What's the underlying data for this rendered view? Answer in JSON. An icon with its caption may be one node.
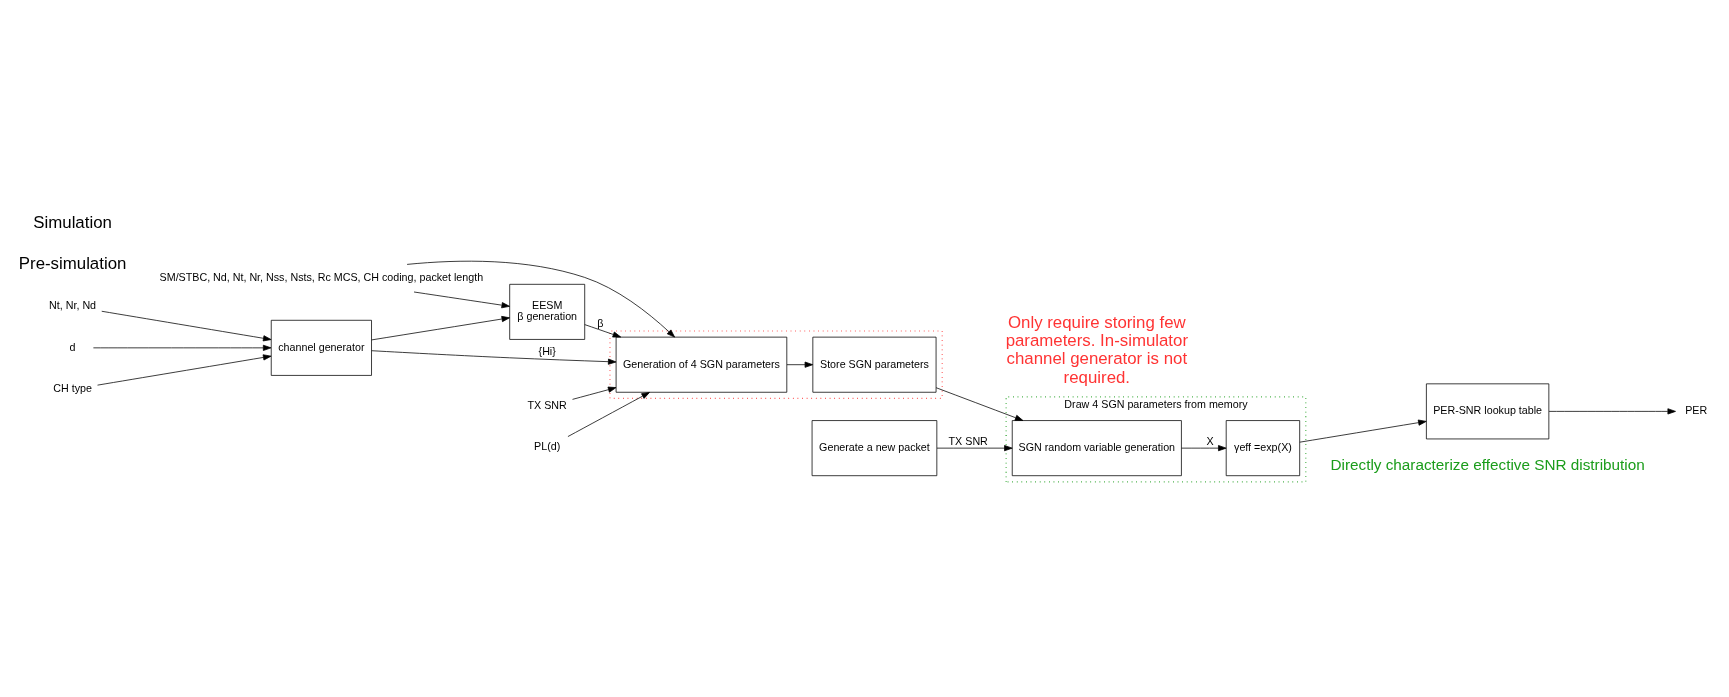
{
  "diagram": {
    "nodes": [
      {
        "text": [
          "SM/STBC, Nd, Nt, Nr, Nss, Nsts, Rc MCS, CH coding, packet length"
        ]
      },
      {
        "text": [
          "EESM",
          "β generation"
        ]
      },
      {
        "text": [
          "Nt, Nr, Nd"
        ]
      },
      {
        "text": [
          "d"
        ]
      },
      {
        "text": [
          "CH type"
        ]
      },
      {
        "text": [
          "channel generator"
        ]
      },
      {
        "text": [],
        "shape": "box"
      },
      {
        "text": [
          "Generation of 4 SGN parameters"
        ],
        "in": 6
      },
      {
        "text": [
          "Store SGN parameters"
        ],
        "in": 6
      },
      {
        "text": [
          "TX SNR"
        ]
      },
      {
        "text": [
          "PL(d)"
        ]
      },
      {
        "text": [
          "Draw 4 SGN parameters from memory"
        ],
        "beside": [
          "Directly characterize effective SNR distribution"
        ]
      },
      {
        "text": [
          "Generate a new packet"
        ]
      },
      {
        "text": [
          "SGN random variable generation"
        ],
        "in": 11
      },
      {
        "text": [
          "γeff =exp(X)"
        ],
        "in": 11
      },
      {
        "text": [
          "PER-SNR lookup table"
        ]
      },
      {
        "text": [
          "PER"
        ]
      }
    ],
    "edges": [
      {
        "from": 0,
        "to": 7,
        "arrow": "to"
      },
      {
        "from": 0,
        "to": 1,
        "arrow": "to"
      },
      {
        "from": 1,
        "to": 7,
        "arrow": "to",
        "label": "β"
      },
      {
        "from": 2,
        "to": 5,
        "arrow": "to"
      },
      {
        "from": 3,
        "to": 5,
        "arrow": "to"
      },
      {
        "from": 4,
        "to": 5,
        "arrow": "to"
      },
      {
        "from": 5,
        "to": 1,
        "arrow": "to"
      },
      {
        "from": 5,
        "to": 7,
        "arrow": "to",
        "label": "{Hi}"
      },
      {
        "from": 9,
        "to": 7,
        "arrow": "to"
      },
      {
        "from": 10,
        "to": 7,
        "arrow": "to"
      },
      {
        "from": 7,
        "to": 8,
        "arrow": "to"
      },
      {
        "from": 8,
        "to": 13,
        "arrow": "to"
      },
      {
        "from": 12,
        "to": 13,
        "arrow": "to",
        "label": "TX SNR"
      },
      {
        "from": 13,
        "to": 14,
        "arrow": "to",
        "label": "X"
      },
      {
        "from": 14,
        "to": 15,
        "arrow": "to"
      },
      {
        "from": 15,
        "to": 16,
        "arrow": "to"
      }
    ],
    "labels": [
      "Only require storing few parameters. In-simulator channel generator is not required.",
      "Pre-simulation",
      "Simulation"
    ]
  }
}
